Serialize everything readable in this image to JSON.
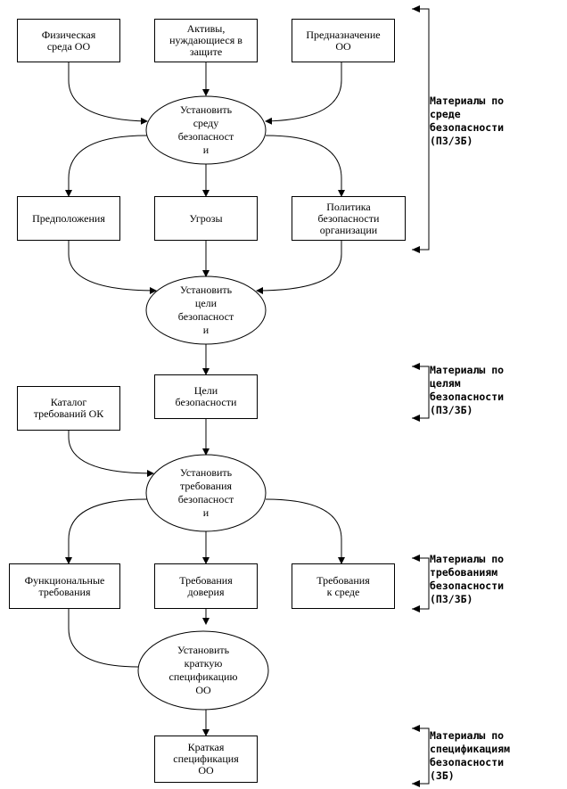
{
  "boxes": {
    "physical_env": "Физическая\nсреда ОО",
    "assets": "Активы,\nнуждающиеся в\nзащите",
    "purpose": "Предназначение\nОО",
    "assumptions": "Предположения",
    "threats": "Угрозы",
    "policy": "Политика\nбезопасности\nорганизации",
    "objectives": "Цели\nбезопасности",
    "catalog": "Каталог\nтребований ОК",
    "functional": "Функциональные\nтребования",
    "assurance": "Требования\nдоверия",
    "env_req": "Требования\nк среде",
    "summary_spec": "Краткая\nспецификация\nОО"
  },
  "ovals": {
    "establish_env": "Установить\nсреду\nбезопасност\nи",
    "establish_objectives": "Установить\nцели\nбезопасност\nи",
    "establish_requirements": "Установить\nтребования\nбезопасност\nи",
    "establish_spec": "Установить\nкраткую\nспецификацию\nОО"
  },
  "materials": {
    "env": "Материалы по\nсреде\nбезопасности\n(ПЗ/ЗБ)",
    "objectives": "Материалы по\nцелям\nбезопасности\n(ПЗ/ЗБ)",
    "requirements": "Материалы по\nтребованиям\nбезопасности\n(ПЗ/ЗБ)",
    "spec": "Материалы по\nспецификациям\nбезопасности\n(ЗБ)"
  }
}
